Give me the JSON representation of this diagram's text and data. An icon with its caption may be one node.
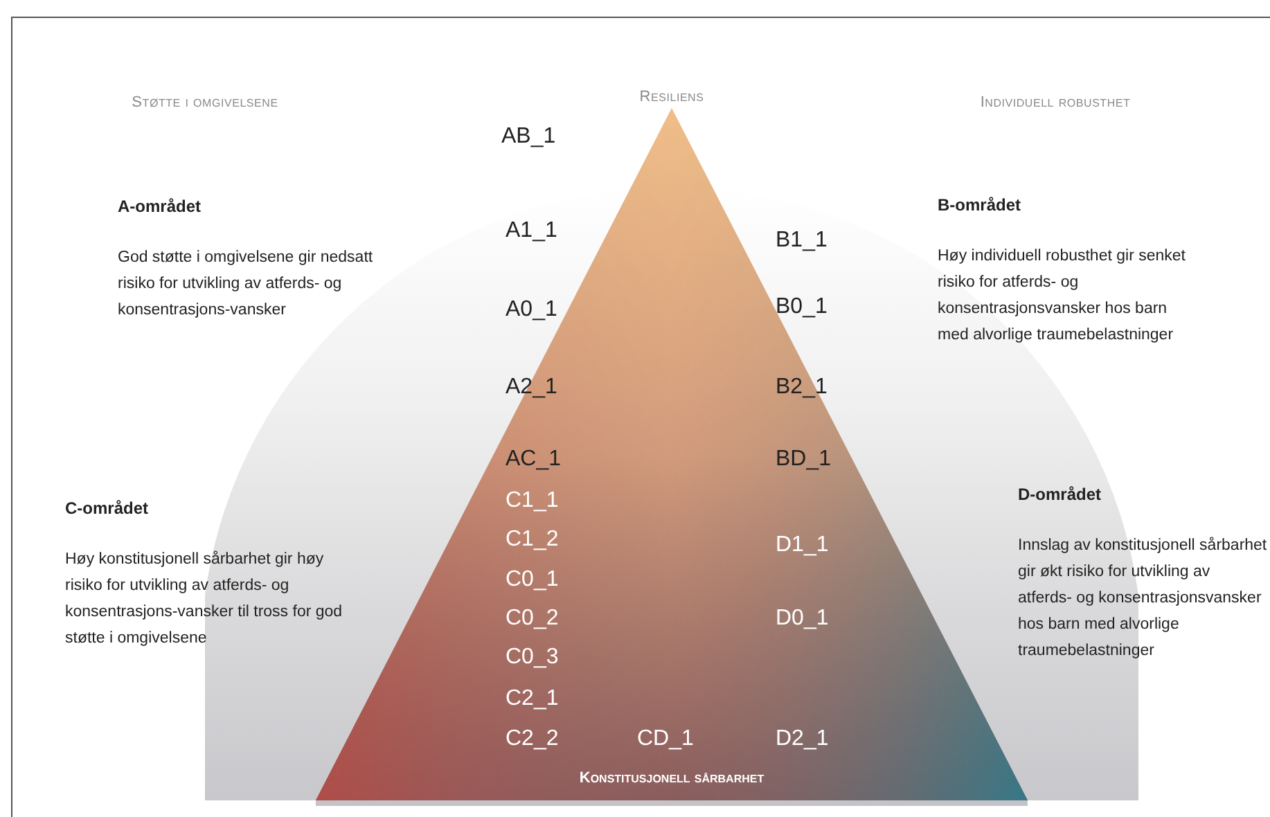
{
  "diagram": {
    "labels": [
      "Resiliens",
      "Støtte i omgivelsene",
      "Individuell robusthet",
      "AB_1",
      "A-området",
      "God støtte i omgivelsene gir nedsatt risiko for utvikling av atferds- og konsentrasjons-vansker",
      "B-området",
      "Høy individuell robusthet gir senket risiko for atferds- og konsentrasjonsvansker hos barn med alvorlige traumebelastninger",
      "A1_1",
      "B1_1",
      "A0_1",
      "B0_1",
      "A2_1",
      "B2_1",
      "AC_1",
      "BD_1",
      "C1_1",
      "C1_2",
      "C0_1",
      "C0_2",
      "C0_3",
      "C2_1",
      "C2_2",
      "CD_1",
      "D1_1",
      "D0_1",
      "D2_1",
      "C-området",
      "Høy konstitusjonell sårbarhet gir høy risiko for utvikling av atferds- og konsentrasjons-vansker til tross for god støtte i omgivelsene",
      "D-området",
      "Innslag av konstitusjonell sårbarhet gir økt risiko for utvikling av atferds- og konsentrasjonsvansker hos barn med alvorlige traumebelastninger",
      "Konstitusjonell sårbarhet"
    ]
  }
}
